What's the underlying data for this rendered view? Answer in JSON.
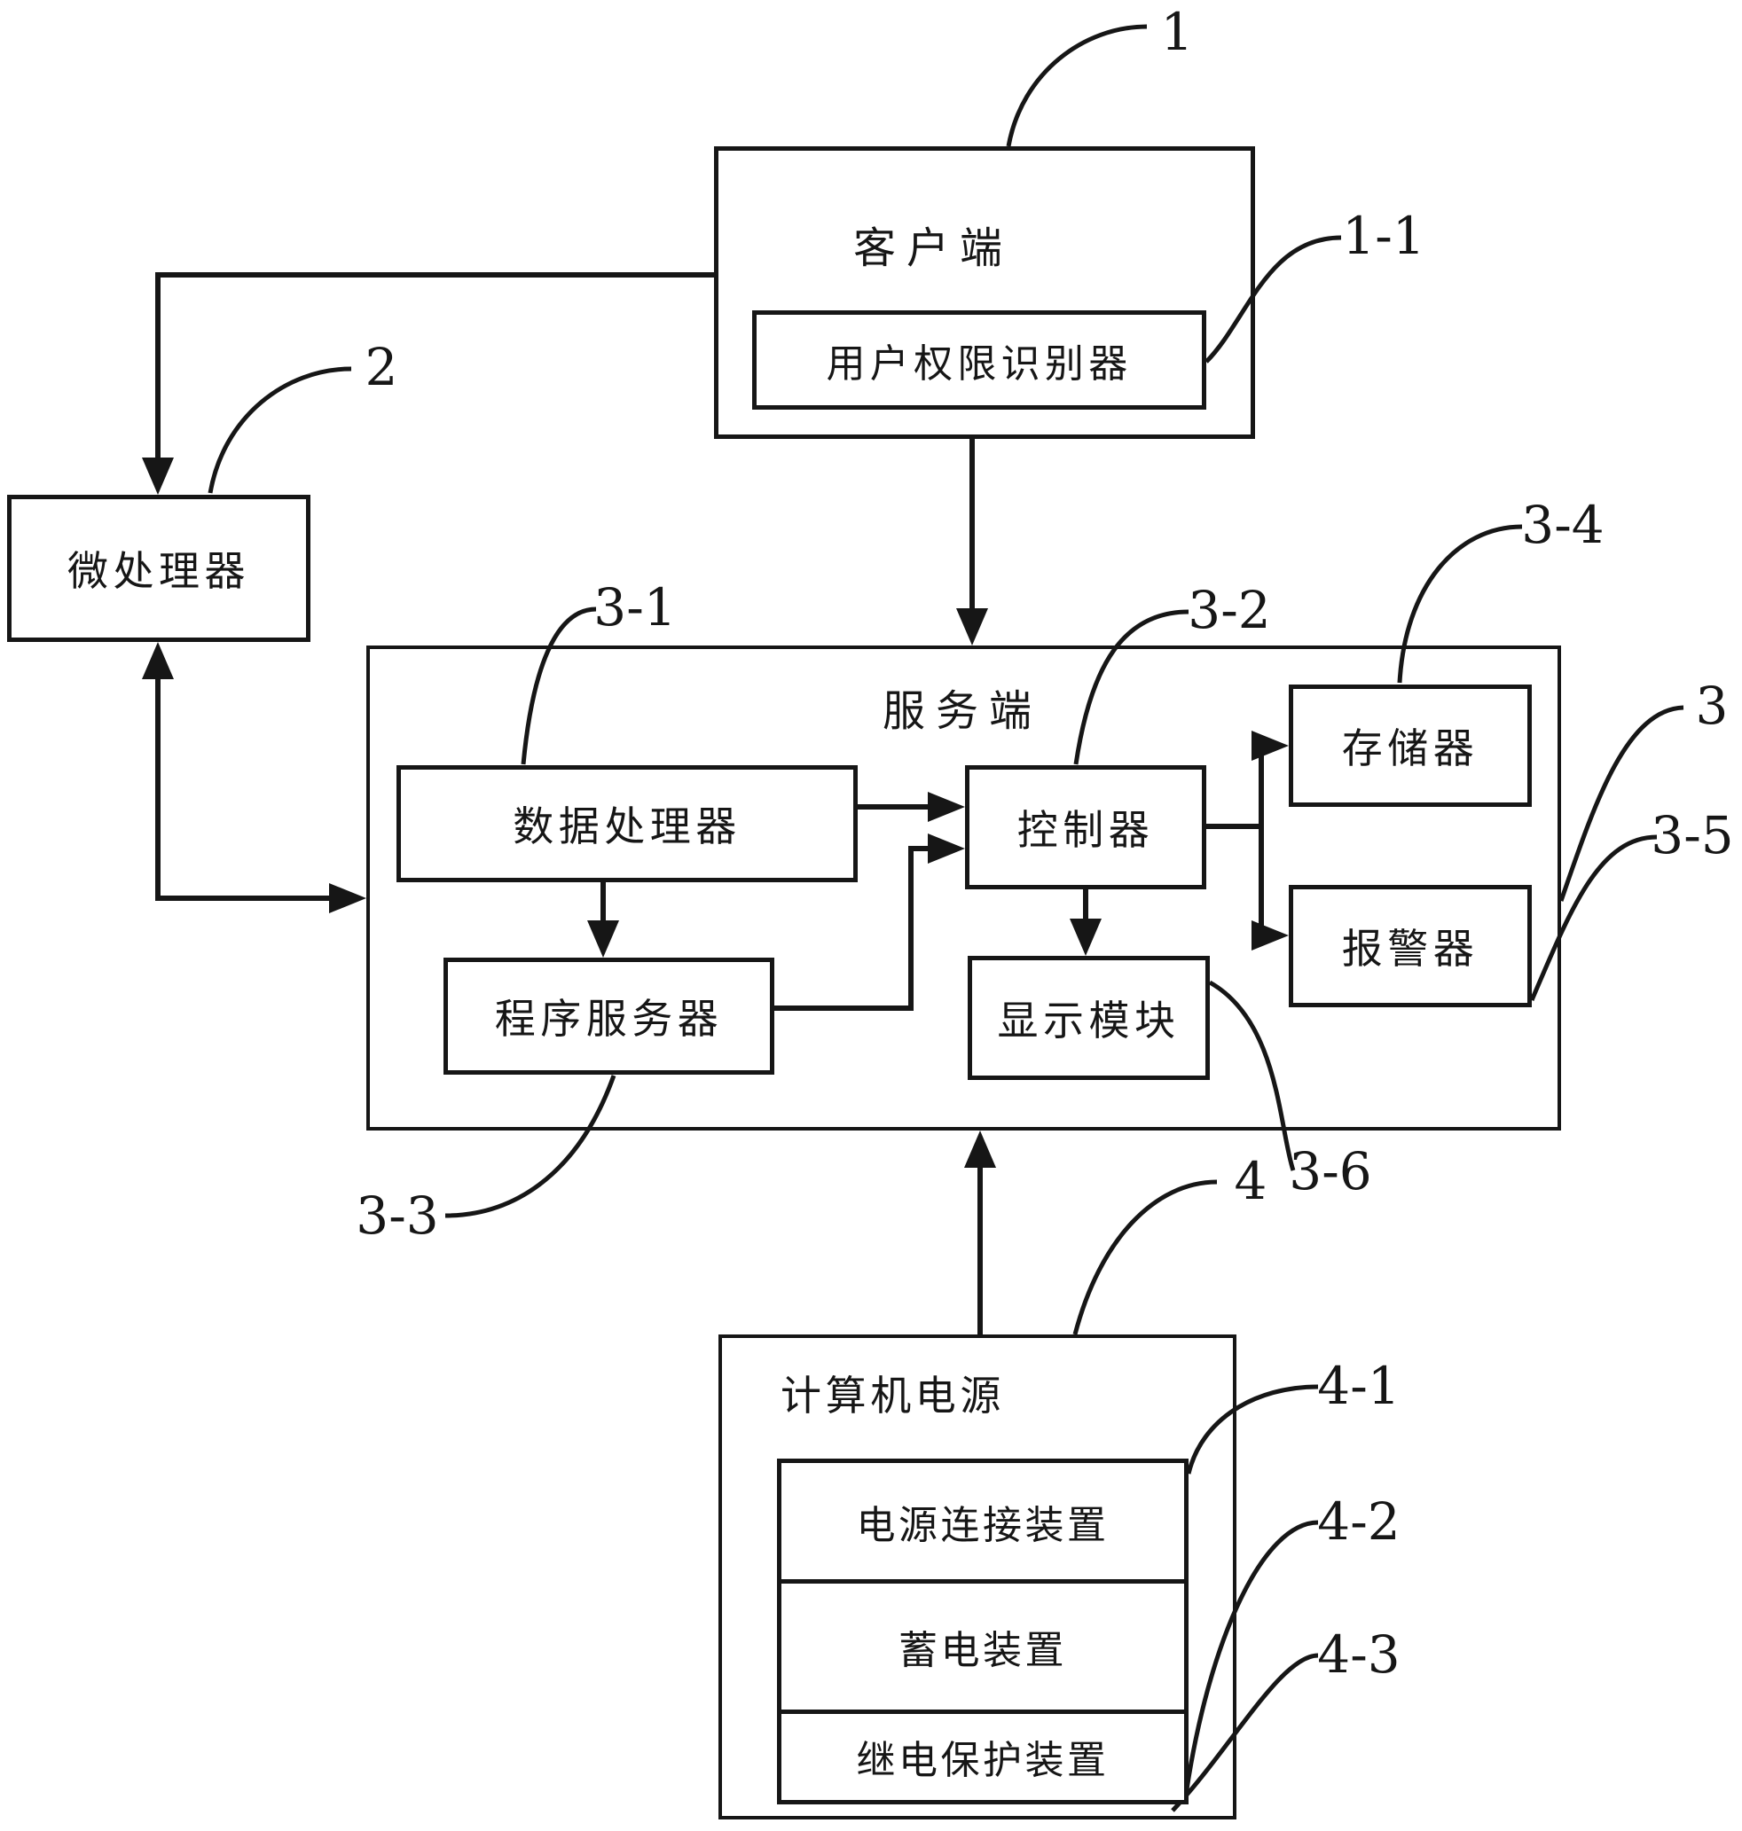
{
  "figure": {
    "background": "#ffffff",
    "ink": "#161616",
    "client": {
      "title": "客户端",
      "ref": "1",
      "auth_module": {
        "label": "用户权限识别器",
        "ref": "1-1"
      }
    },
    "microprocessor": {
      "label": "微处理器",
      "ref": "2"
    },
    "server": {
      "title": "服务端",
      "ref": "3",
      "data_processor": {
        "label": "数据处理器",
        "ref": "3-1"
      },
      "controller": {
        "label": "控制器",
        "ref": "3-2"
      },
      "program_server": {
        "label": "程序服务器",
        "ref": "3-3"
      },
      "memory": {
        "label": "存储器",
        "ref": "3-4"
      },
      "alarm": {
        "label": "报警器",
        "ref": "3-5"
      },
      "display_module": {
        "label": "显示模块",
        "ref": "3-6"
      }
    },
    "computer_power": {
      "title": "计算机电源",
      "ref": "4",
      "power_connector": {
        "label": "电源连接装置",
        "ref": "4-1"
      },
      "battery": {
        "label": "蓄电装置",
        "ref": "4-2"
      },
      "relay_protector": {
        "label": "继电保护装置",
        "ref": "4-3"
      }
    }
  }
}
